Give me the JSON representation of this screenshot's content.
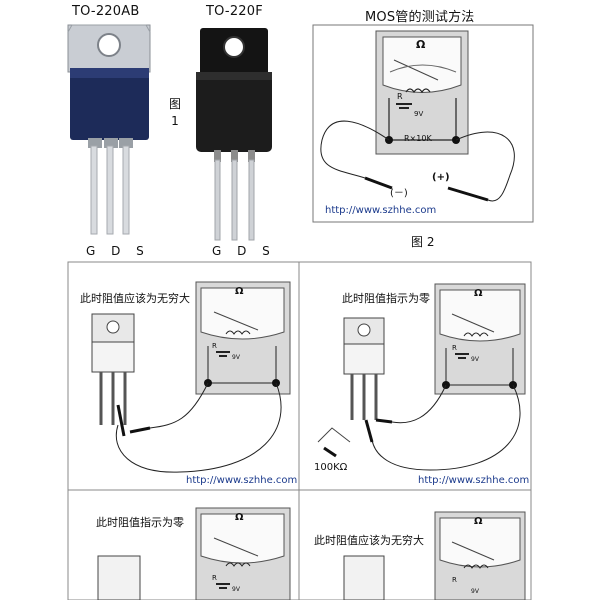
{
  "top": {
    "pkg1_title": "TO-220AB",
    "pkg2_title": "TO-220F",
    "fig1_label": "图 1",
    "pkg1_pins": "G D S",
    "pkg2_pins": "G D S",
    "method_title": "MOS管的测试方法",
    "method_url": "http://www.szhhe.com",
    "fig2_label": "图 2",
    "meter_omega": "Ω",
    "meter_r": "R",
    "meter_9v": "9V",
    "meter_range": "R×10K",
    "probe_neg": "(－)",
    "probe_pos": "(+)"
  },
  "panels": [
    {
      "caption": "此时阻值应该为无穷大",
      "url": "http://www.szhhe.com",
      "omega": "Ω",
      "r": "R",
      "v": "9V"
    },
    {
      "caption": "此时阻值指示为零",
      "url": "http://www.szhhe.com",
      "omega": "Ω",
      "r": "R",
      "v": "9V",
      "resistor": "100KΩ"
    },
    {
      "caption": "此时阻值指示为零",
      "omega": "Ω",
      "r": "R",
      "v": "9V"
    },
    {
      "caption": "此时阻值应该为无穷大",
      "omega": "Ω",
      "r": "R",
      "v": "9V"
    }
  ]
}
